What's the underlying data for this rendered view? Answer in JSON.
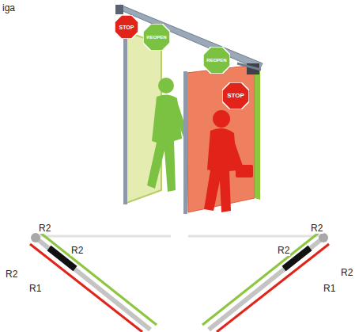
{
  "diagram": {
    "nodes": [
      {
        "text": [
          "STOP"
        ]
      },
      {
        "text": [
          "REOPEN"
        ]
      },
      {
        "text": [
          "REOPEN"
        ]
      },
      {
        "text": [
          "STOP"
        ]
      }
    ],
    "labels": [
      "iga",
      "R2",
      "R2",
      "R2",
      "R1",
      "R2",
      "R2",
      "R2",
      "R1"
    ]
  }
}
